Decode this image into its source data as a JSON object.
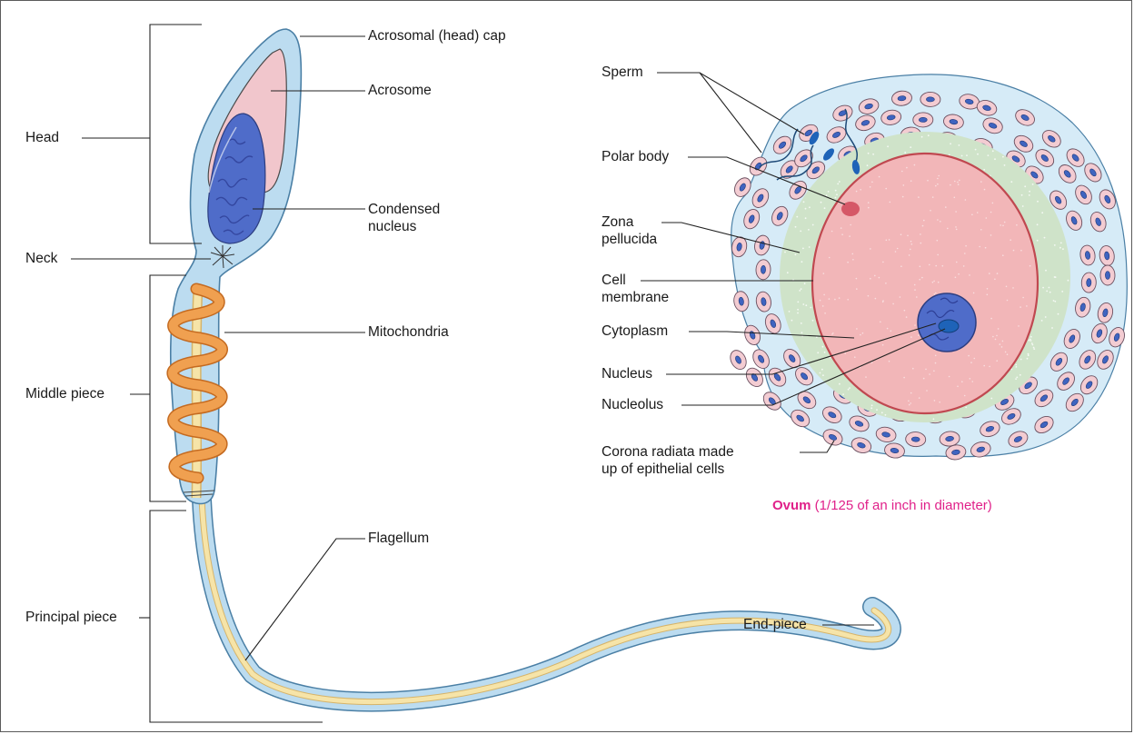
{
  "sperm_labels": {
    "acrosomal_cap": "Acrosomal (head) cap",
    "acrosome": "Acrosome",
    "condensed_nucleus_1": "Condensed",
    "condensed_nucleus_2": "nucleus",
    "mitochondria": "Mitochondria",
    "flagellum": "Flagellum",
    "end_piece": "End-piece"
  },
  "sperm_regions": {
    "head": "Head",
    "neck": "Neck",
    "middle_piece": "Middle piece",
    "principal_piece": "Principal piece"
  },
  "ovum_labels": {
    "sperm": "Sperm",
    "polar_body": "Polar body",
    "zona_1": "Zona",
    "zona_2": "pellucida",
    "cell_membrane_1": "Cell",
    "cell_membrane_2": "membrane",
    "cytoplasm": "Cytoplasm",
    "nucleus": "Nucleus",
    "nucleolus": "Nucleolus",
    "corona_1": "Corona radiata made",
    "corona_2": "up of epithelial cells"
  },
  "ovum_caption": {
    "bold": "Ovum",
    "rest": " (1/125 of an inch in diameter)"
  },
  "colors": {
    "sheath": "#bcdcf0",
    "sheath_outline": "#4a7fa5",
    "acrosome": "#f1c6cc",
    "nucleus": "#4f6cc9",
    "mitochondria": "#f0a050",
    "axial_core": "#f6e4a8",
    "zona": "#cfe3c9",
    "cytoplasm": "#f2b6b8",
    "cell_fill": "#f3ccd2",
    "caption": "#e0218a"
  }
}
